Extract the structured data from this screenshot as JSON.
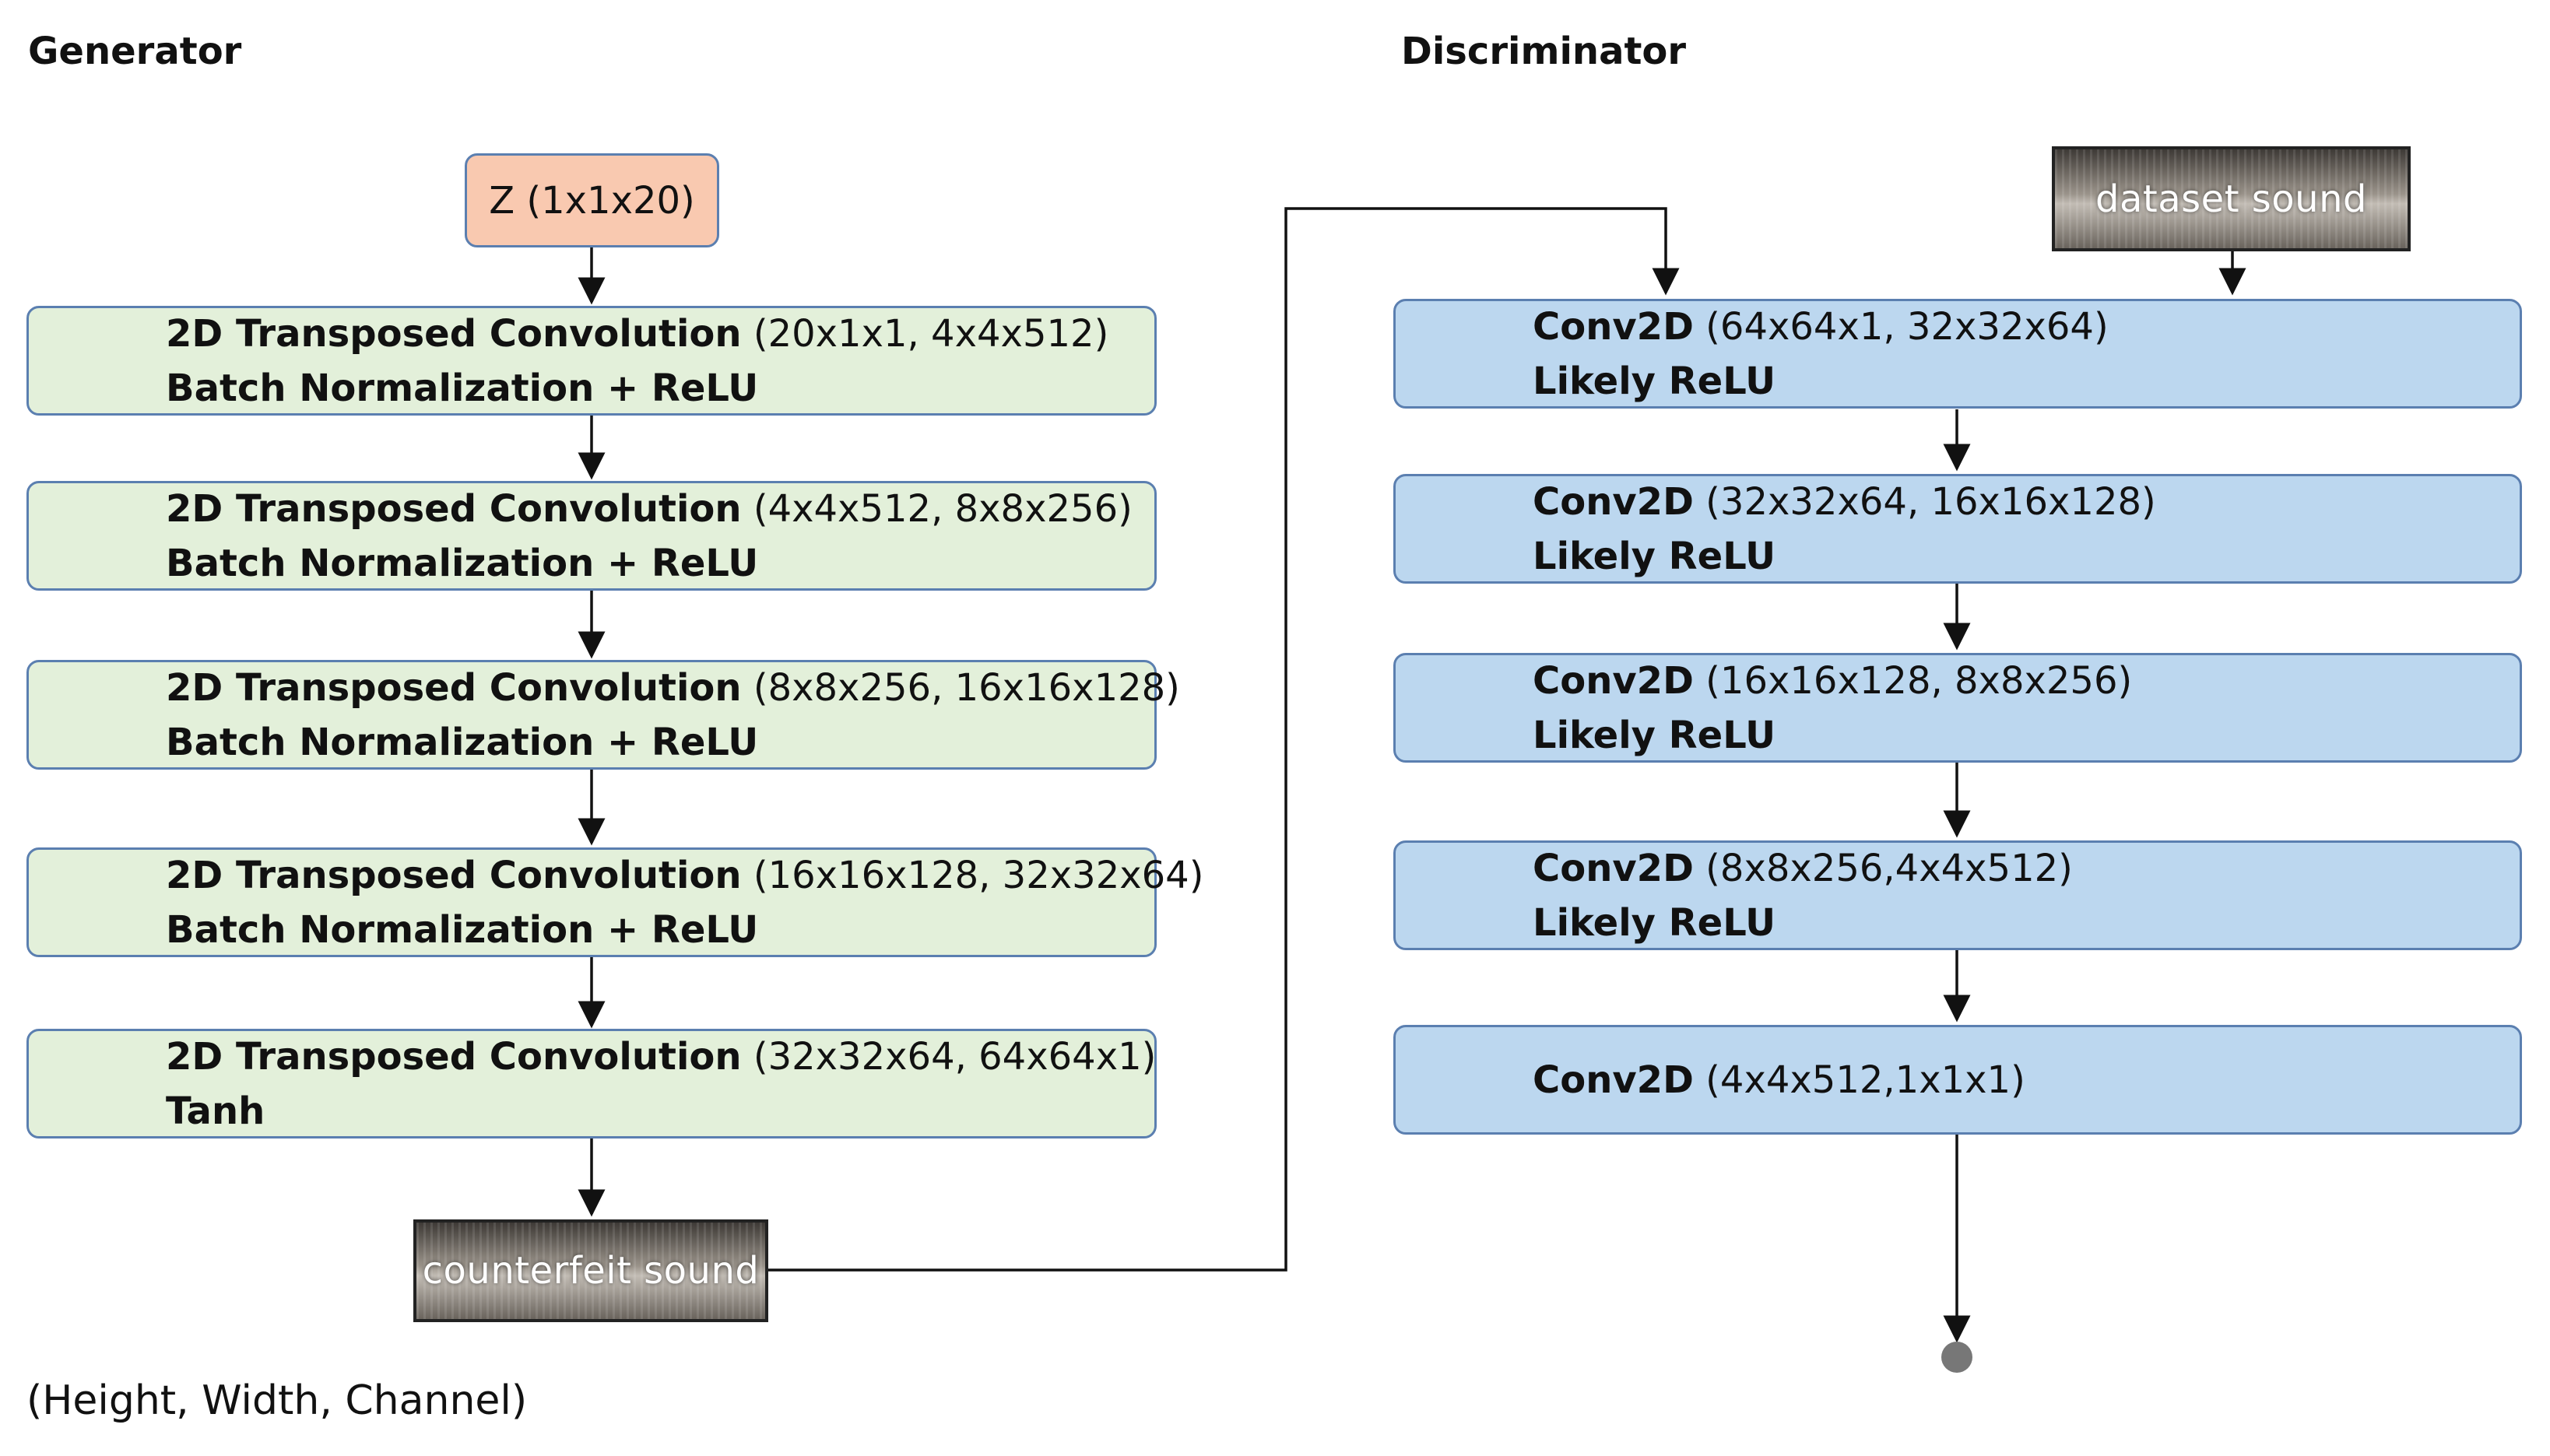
{
  "titles": {
    "generator": "Generator",
    "discriminator": "Discriminator"
  },
  "latent": {
    "label": "Z (1x1x20)"
  },
  "generator_blocks": [
    {
      "op": "2D Transposed Convolution",
      "shape": "(20x1x1,  4x4x512)",
      "activation": "Batch Normalization + ReLU"
    },
    {
      "op": "2D Transposed Convolution",
      "shape": "(4x4x512,  8x8x256)",
      "activation": "Batch Normalization + ReLU"
    },
    {
      "op": "2D Transposed Convolution",
      "shape": "(8x8x256,  16x16x128)",
      "activation": "Batch Normalization + ReLU"
    },
    {
      "op": "2D Transposed Convolution",
      "shape": "(16x16x128,  32x32x64)",
      "activation": "Batch Normalization + ReLU"
    },
    {
      "op": "2D Transposed Convolution",
      "shape": "(32x32x64,  64x64x1)",
      "activation": "Tanh"
    }
  ],
  "discriminator_blocks": [
    {
      "op": "Conv2D",
      "shape": "(64x64x1,  32x32x64)",
      "activation": "Likely ReLU"
    },
    {
      "op": "Conv2D",
      "shape": "(32x32x64,  16x16x128)",
      "activation": "Likely ReLU"
    },
    {
      "op": "Conv2D",
      "shape": "(16x16x128,  8x8x256)",
      "activation": "Likely ReLU"
    },
    {
      "op": "Conv2D",
      "shape": "(8x8x256,4x4x512)",
      "activation": "Likely ReLU"
    },
    {
      "op": "Conv2D",
      "shape": "(4x4x512,1x1x1)",
      "activation": ""
    }
  ],
  "sounds": {
    "counterfeit": "counterfeit sound",
    "dataset": "dataset sound"
  },
  "footnote": "(Height, Width,  Channel)",
  "colors": {
    "generator_block": "#e3f0da",
    "discriminator_block": "#bcd7ef",
    "latent_block": "#f9c9b0",
    "border": "#5b7fb0",
    "arrow": "#111111",
    "output_dot": "#777777"
  }
}
